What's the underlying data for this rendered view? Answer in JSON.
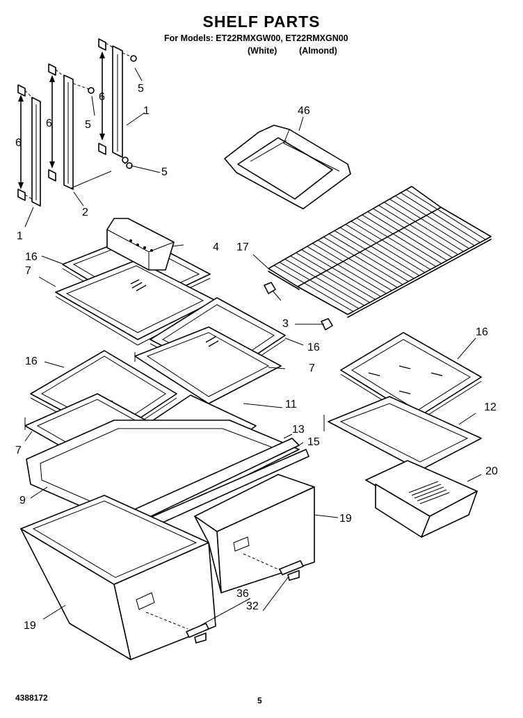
{
  "title": "SHELF PARTS",
  "models_line": "For Models: ET22RMXGW00, ET22RMXGN00",
  "variants": [
    "(White)",
    "(Almond)"
  ],
  "footer": {
    "doc_number": "4388172",
    "page_number": "5"
  },
  "callouts": {
    "c1a": "1",
    "c1b": "1",
    "c2": "2",
    "c3": "3",
    "c4": "4",
    "c5a": "5",
    "c5b": "5",
    "c5c": "5",
    "c6a": "6",
    "c6b": "6",
    "c6c": "6",
    "c7a": "7",
    "c7b": "7",
    "c7c": "7",
    "c9": "9",
    "c11": "11",
    "c12": "12",
    "c13": "13",
    "c15": "15",
    "c16a": "16",
    "c16b": "16",
    "c16c": "16",
    "c16d": "16",
    "c17": "17",
    "c19a": "19",
    "c19b": "19",
    "c20": "20",
    "c32": "32",
    "c36": "36",
    "c46": "46"
  }
}
